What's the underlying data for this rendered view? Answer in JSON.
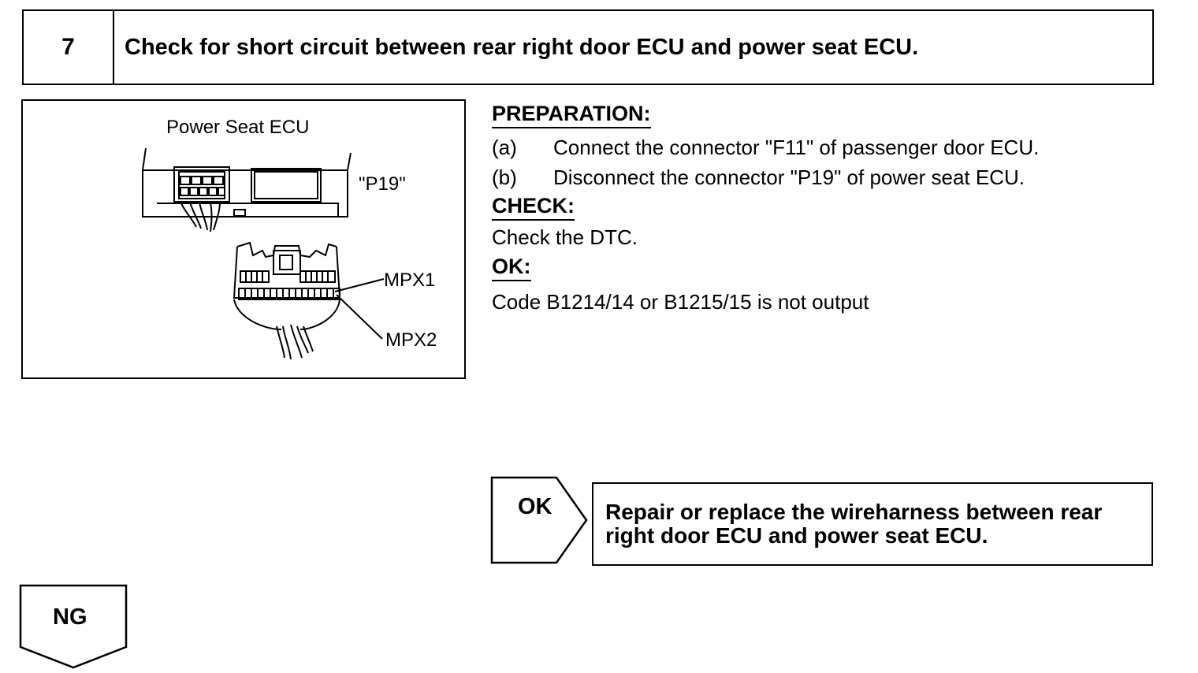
{
  "step": {
    "number": "7",
    "title": "Check for short circuit between rear right door ECU and power seat ECU."
  },
  "figure": {
    "title": "Power Seat ECU",
    "connector_label": "\"P19\"",
    "mpx1_label": "MPX1",
    "mpx2_label": "MPX2"
  },
  "preparation": {
    "heading": "PREPARATION:",
    "items": [
      {
        "marker": "(a)",
        "text": "Connect the connector \"F11\" of passenger door ECU."
      },
      {
        "marker": "(b)",
        "text": "Disconnect the connector \"P19\" of power seat ECU."
      }
    ]
  },
  "check": {
    "heading": "CHECK:",
    "text": "Check the DTC."
  },
  "ok": {
    "heading": "OK:",
    "text": "Code B1214/14 or B1215/15 is not output"
  },
  "result_ok": {
    "label": "OK",
    "action_line1": "Repair or replace the wireharness between rear",
    "action_line2": "right door ECU and power seat ECU."
  },
  "result_ng": {
    "label": "NG"
  }
}
